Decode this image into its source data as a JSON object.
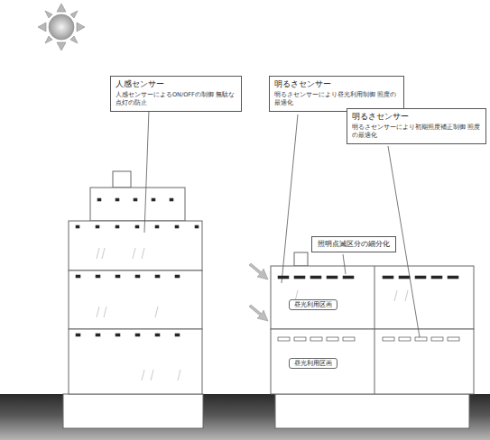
{
  "diagram": {
    "nodes": [
      {
        "text": [
          "人感センサー",
          "人感センサーによるON/OFFの制御 無駄な点灯の防止"
        ]
      },
      {
        "text": [
          "明るさセンサー",
          "明るさセンサーにより昼光利用制御 照度の最適化"
        ]
      },
      {
        "text": [
          "明るさセンサー",
          "明るさセンサーにより初期照度補正制御 照度の最適化"
        ]
      },
      {
        "text": [
          "照明点滅区分の細分化"
        ]
      },
      {
        "text": [
          "昼光利用区画"
        ]
      },
      {
        "text": [
          "昼光利用区画"
        ]
      }
    ]
  }
}
